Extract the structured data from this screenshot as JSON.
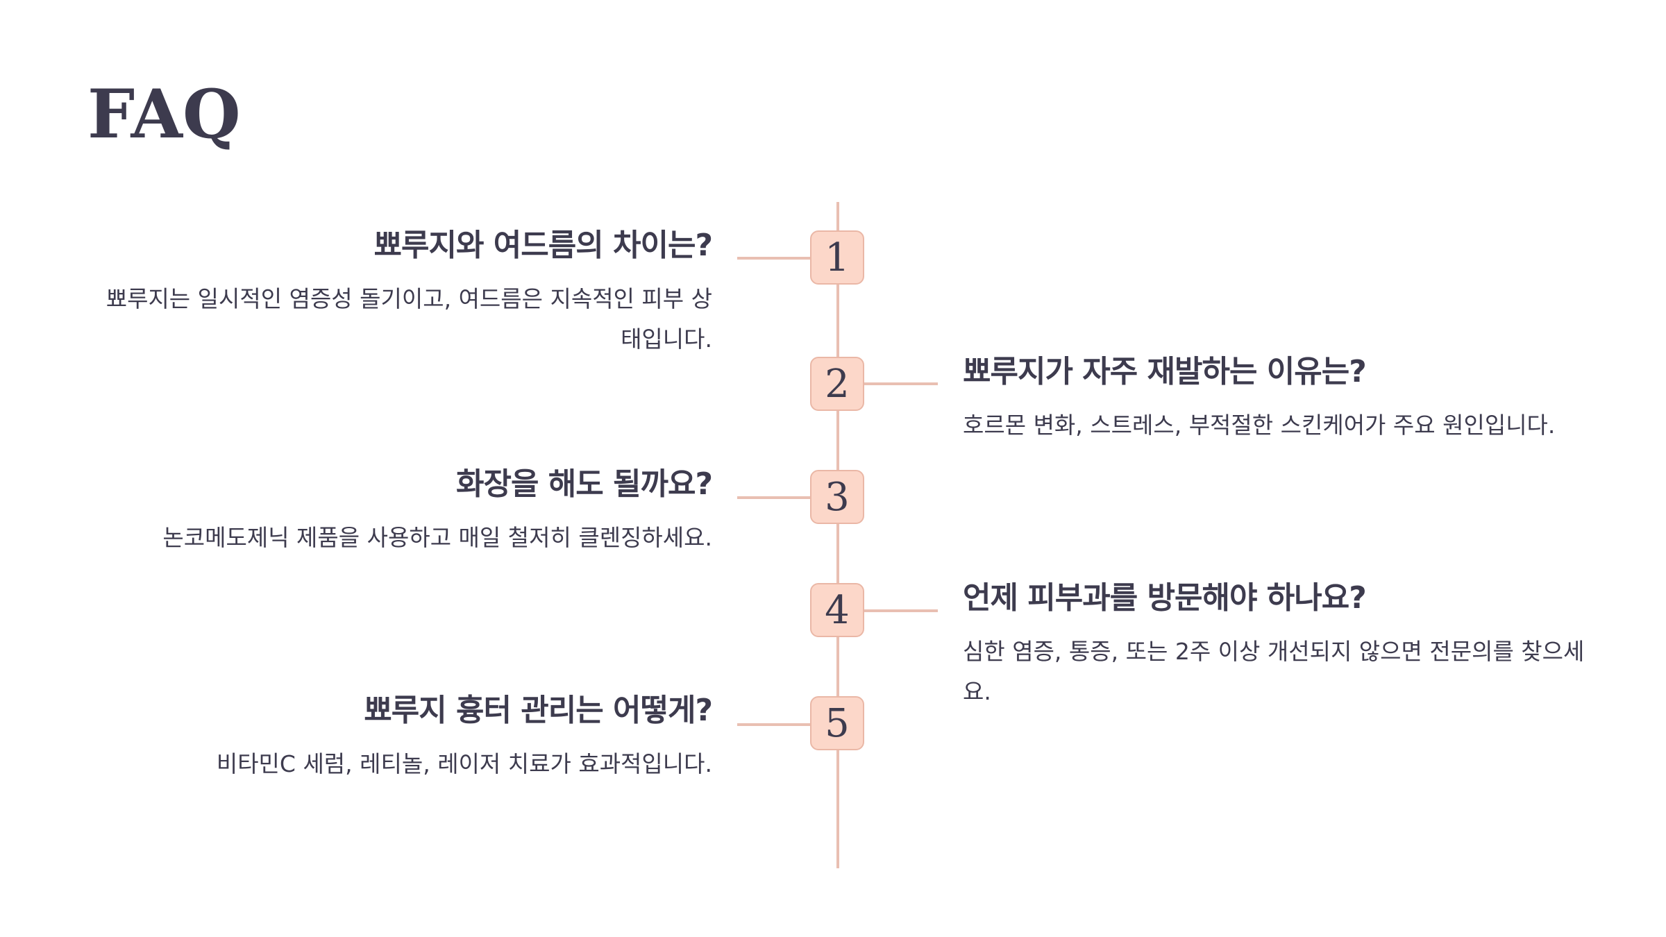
{
  "title": "FAQ",
  "items": [
    {
      "number": "1",
      "question": "뾰루지와 여드름의 차이는?",
      "answer": "뾰루지는 일시적인 염증성 돌기이고, 여드름은 지속적인 피부 상태입니다."
    },
    {
      "number": "2",
      "question": "뾰루지가 자주 재발하는 이유는?",
      "answer": "호르몬 변화, 스트레스, 부적절한 스킨케어가 주요 원인입니다."
    },
    {
      "number": "3",
      "question": "화장을 해도 될까요?",
      "answer": "논코메도제닉 제품을 사용하고 매일 철저히 클렌징하세요."
    },
    {
      "number": "4",
      "question": "언제 피부과를 방문해야 하나요?",
      "answer": "심한 염증, 통증, 또는 2주 이상 개선되지 않으면 전문의를 찾으세요."
    },
    {
      "number": "5",
      "question": "뾰루지 흉터 관리는 어떻게?",
      "answer": "비타민C 세럼, 레티놀, 레이저 치료가 효과적입니다."
    }
  ]
}
